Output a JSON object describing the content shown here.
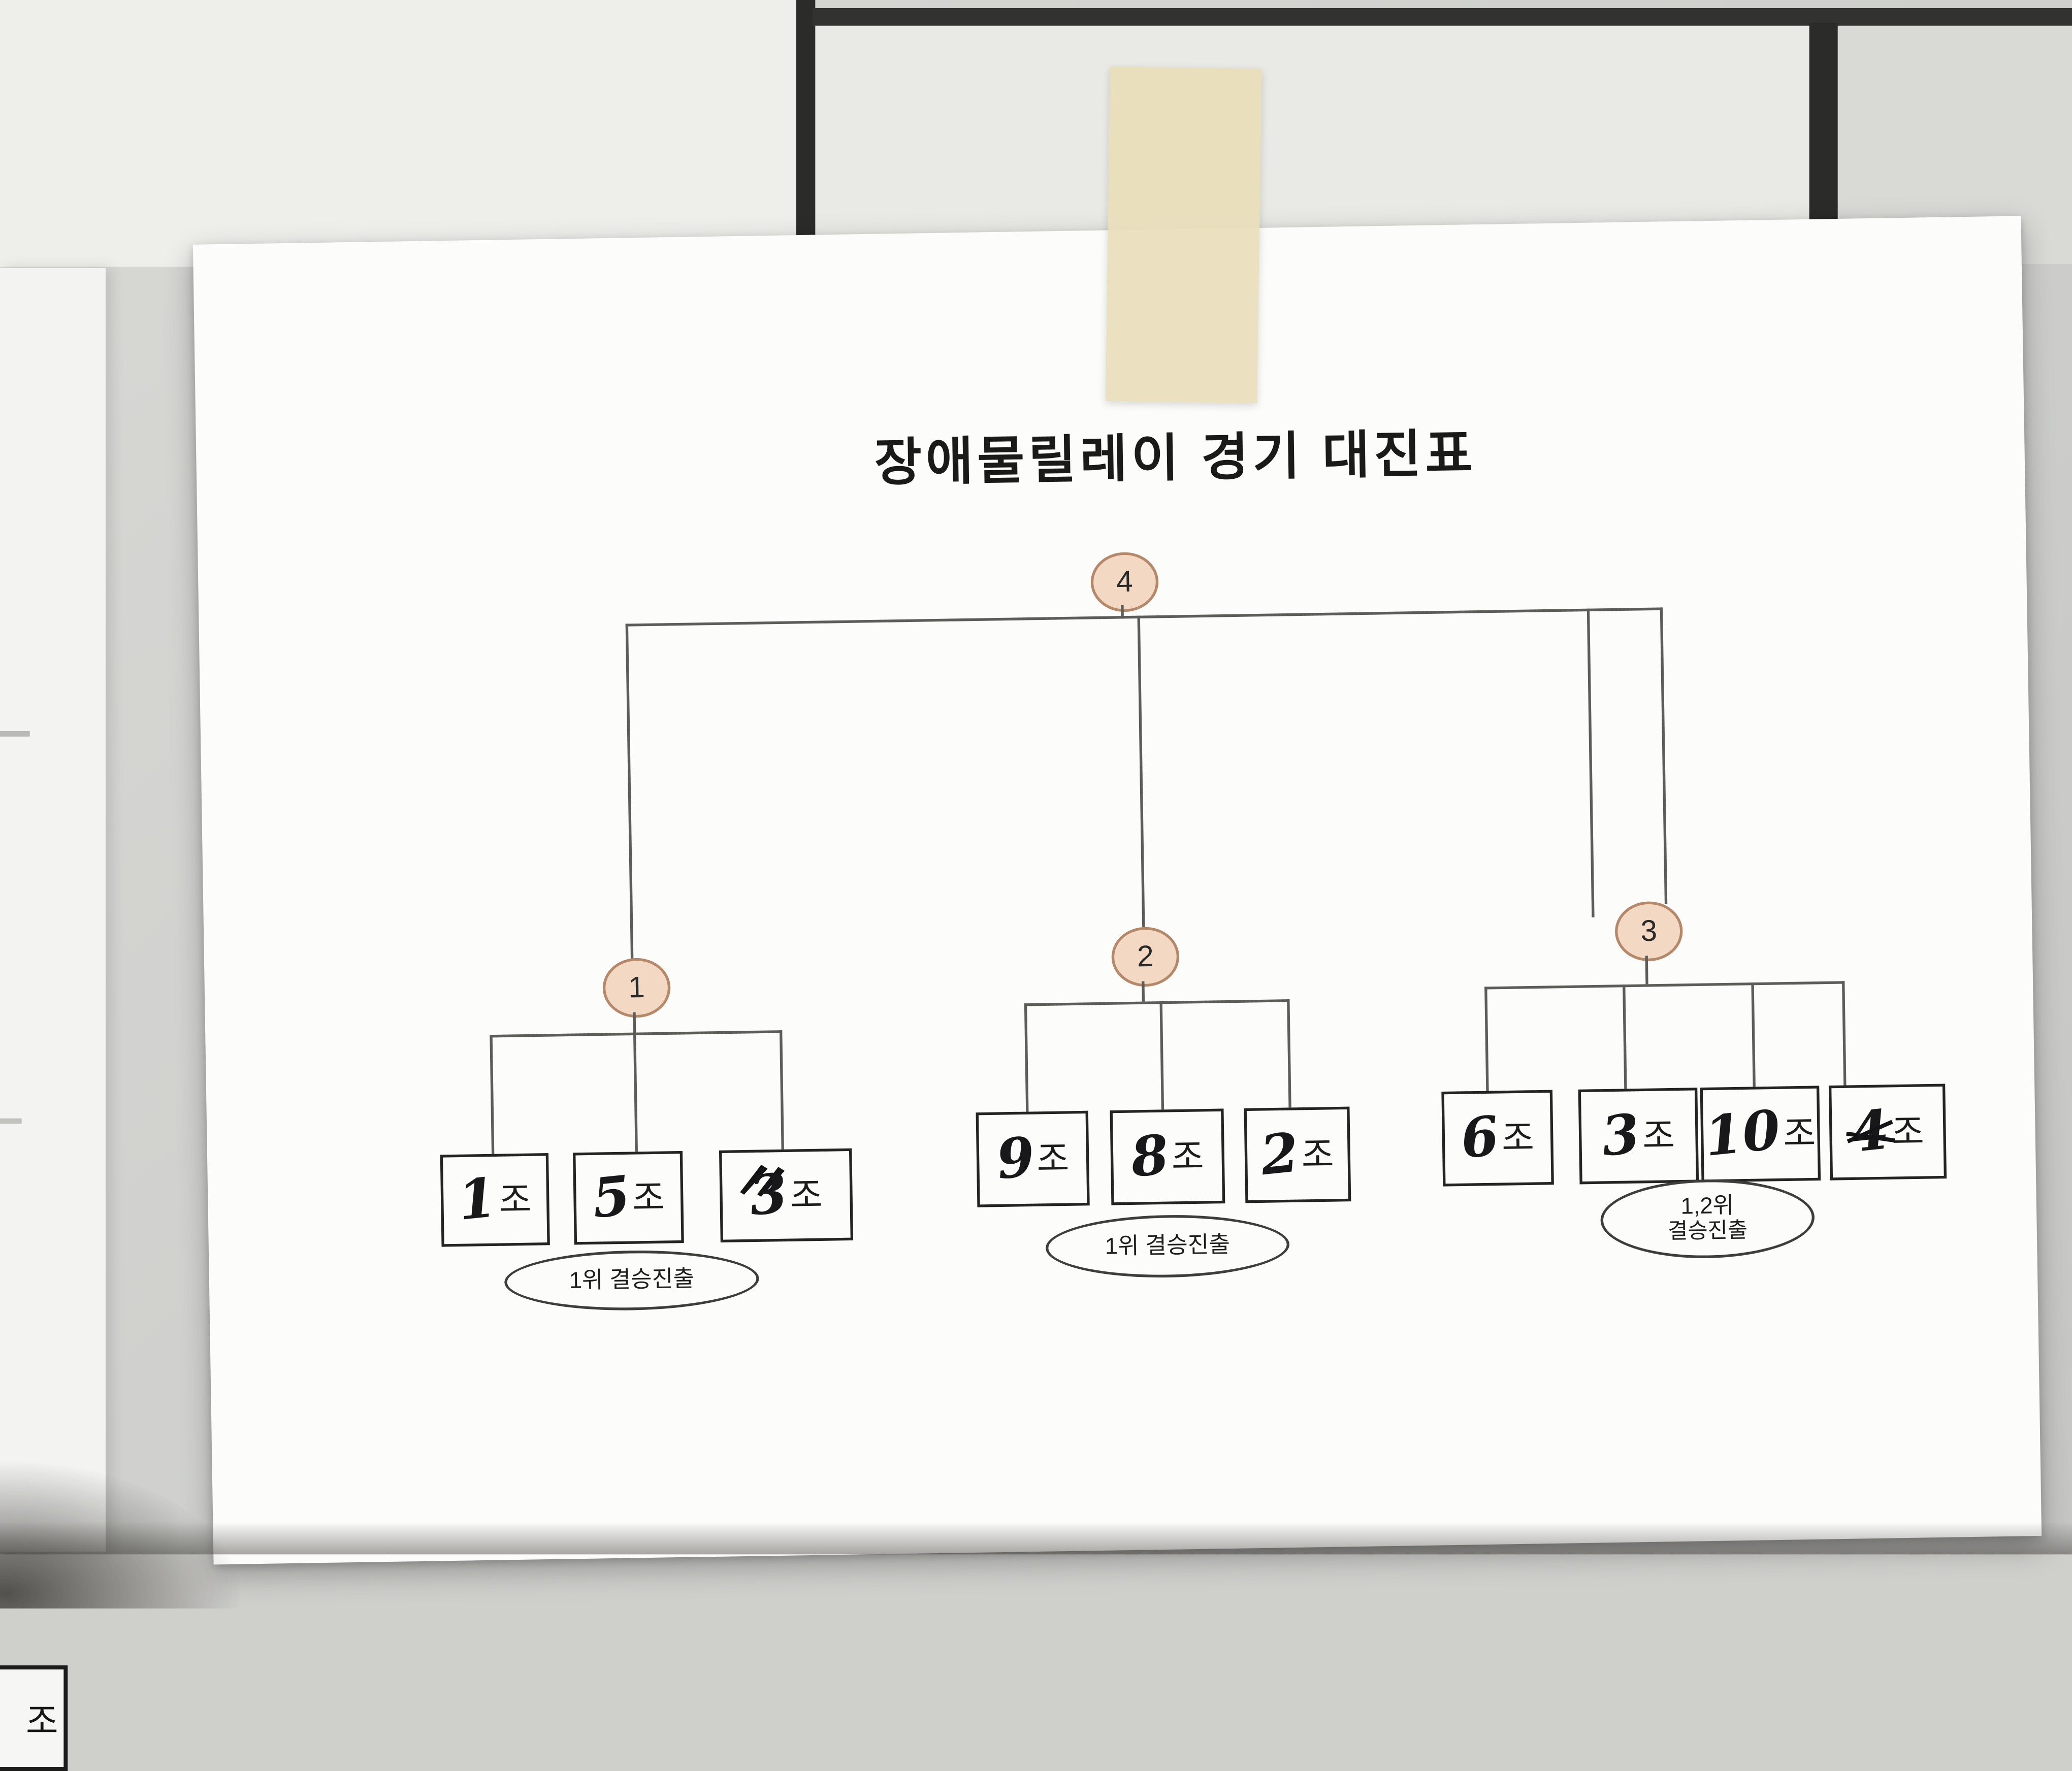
{
  "title": "장애물릴레이 경기 대진표",
  "bracket": {
    "root_label": "4",
    "groups": [
      {
        "label": "1",
        "note": "1위 결승진출",
        "teams": [
          {
            "num": "1",
            "suffix": "조"
          },
          {
            "num": "5",
            "suffix": "조"
          },
          {
            "num": "3",
            "suffix": "조",
            "mark": "〃"
          }
        ]
      },
      {
        "label": "2",
        "note": "1위 결승진출",
        "teams": [
          {
            "num": "9",
            "suffix": "조"
          },
          {
            "num": "8",
            "suffix": "조"
          },
          {
            "num": "2",
            "suffix": "조"
          }
        ]
      },
      {
        "label": "3",
        "note_line1": "1,2위",
        "note_line2": "결승진출",
        "teams": [
          {
            "num": "6",
            "suffix": "조"
          },
          {
            "num": "3",
            "suffix": "조"
          },
          {
            "num": "10",
            "suffix": "조"
          },
          {
            "num": "4",
            "suffix": "조"
          }
        ]
      }
    ]
  },
  "side_paper": {
    "box_label": "조"
  }
}
